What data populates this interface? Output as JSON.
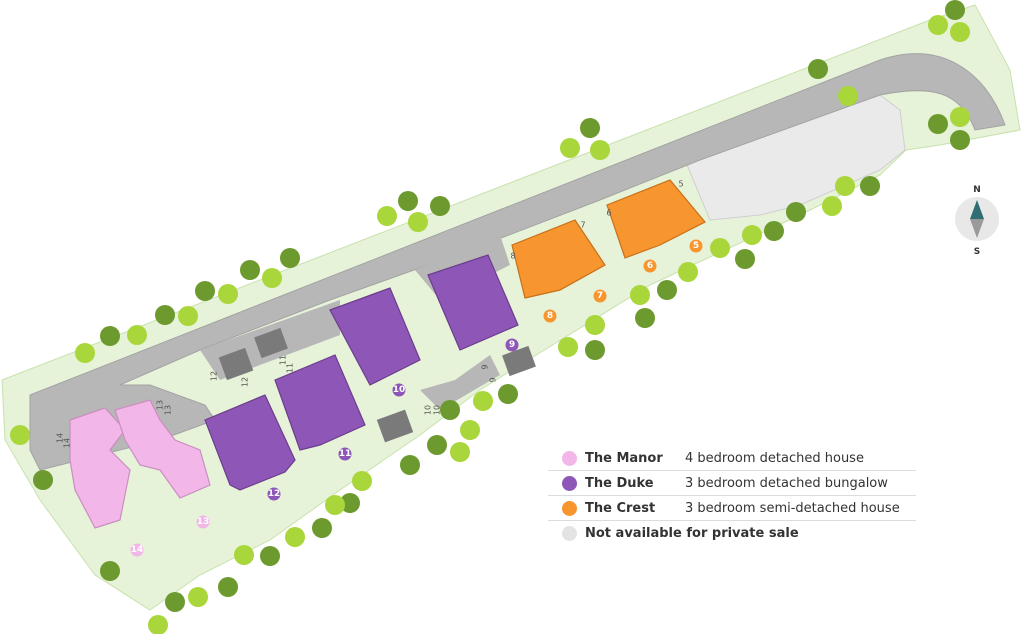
{
  "colors": {
    "manor": "#f2b6e8",
    "manor_outline": "#c98fbf",
    "duke": "#8e56b6",
    "duke_outline": "#6b3d8c",
    "crest": "#f7952e",
    "crest_outline": "#c8701a",
    "unavailable": "#eaeaea",
    "road": "#b7b7b7",
    "green_space": "#e6f3d8",
    "tree_light": "#a9d63a",
    "tree_dark": "#6c9a2e",
    "compass_arrow": "#2f6f73"
  },
  "legend": [
    {
      "name": "The Manor",
      "description": "4 bedroom detached house",
      "color_key": "manor"
    },
    {
      "name": "The Duke",
      "description": "3 bedroom detached bungalow",
      "color_key": "duke"
    },
    {
      "name": "The Crest",
      "description": "3 bedroom semi-detached house",
      "color_key": "crest"
    },
    {
      "name": "Not available for private sale",
      "description": "",
      "color_key": "unavailable"
    }
  ],
  "compass": {
    "north": "N",
    "south": "S"
  },
  "plots": {
    "p5": "5",
    "p6": "6",
    "p7": "7",
    "p8": "8",
    "p9": "9",
    "p10": "10",
    "p11": "11",
    "p12": "12",
    "p13": "13",
    "p14": "14"
  },
  "garages": {
    "g5": "5",
    "g6": "6",
    "g7": "7",
    "g8": "8",
    "g9a": "9",
    "g9b": "9",
    "g10a": "10",
    "g10b": "10",
    "g11a": "11",
    "g11b": "11",
    "g12a": "12",
    "g12b": "12",
    "g13a": "13",
    "g13b": "13",
    "g14a": "14",
    "g14b": "14"
  }
}
